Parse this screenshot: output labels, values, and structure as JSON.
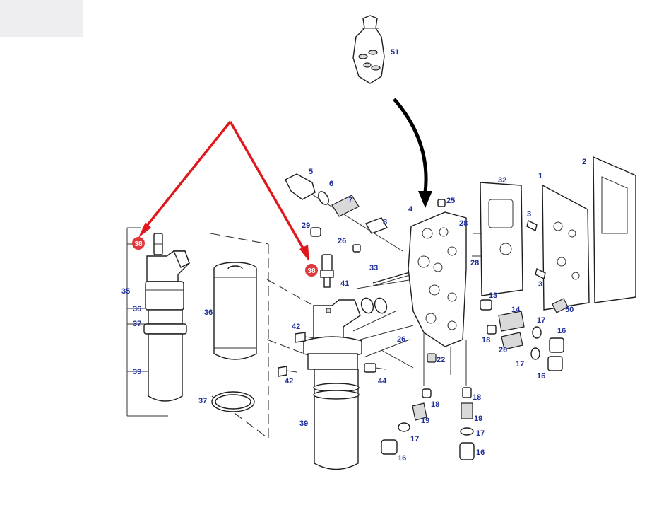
{
  "colors": {
    "label": "#1f2f9a",
    "badge": "#e0383c",
    "arrow_red": "#e0181c",
    "arrow_black": "#000000",
    "tab": "#eeeef1"
  },
  "icons": {
    "bag": "parts-bag-icon"
  },
  "labels": {
    "l1": "1",
    "l2": "2",
    "l3a": "3",
    "l3b": "3",
    "l4": "4",
    "l5": "5",
    "l6": "6",
    "l7": "7",
    "l8": "8",
    "l13": "13",
    "l14": "14",
    "l16a": "16",
    "l16b": "16",
    "l16c": "16",
    "l16d": "16",
    "l17a": "17",
    "l17b": "17",
    "l17c": "17",
    "l17d": "17",
    "l18a": "18",
    "l18b": "18",
    "l18c": "18",
    "l19a": "19",
    "l19b": "19",
    "l20": "20",
    "l22": "22",
    "l25": "25",
    "l26a": "26",
    "l26b": "26",
    "l28a": "28",
    "l28b": "28",
    "l29": "29",
    "l32": "32",
    "l33": "33",
    "l35": "35",
    "l36a": "36",
    "l36b": "36",
    "l37a": "37",
    "l37b": "37",
    "l39a": "39",
    "l39b": "39",
    "l41": "41",
    "l42a": "42",
    "l42b": "42",
    "l44": "44",
    "l50": "50",
    "l51": "51"
  },
  "badges": {
    "b1": "38",
    "b2": "38"
  }
}
